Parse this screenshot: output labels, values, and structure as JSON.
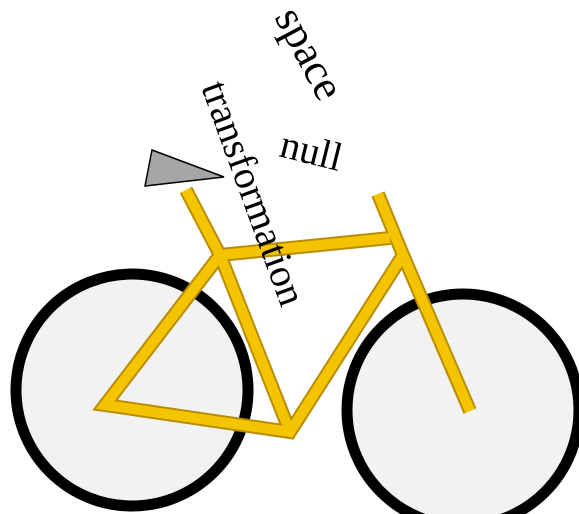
{
  "labels": {
    "space": "space",
    "transformation": "transformation",
    "null": "null"
  },
  "colors": {
    "frame": "#f5c400",
    "frame_edge": "#b88d00",
    "wheel_fill": "#f2f2f2",
    "tire": "#000000",
    "seat": "#a6a6a6"
  }
}
